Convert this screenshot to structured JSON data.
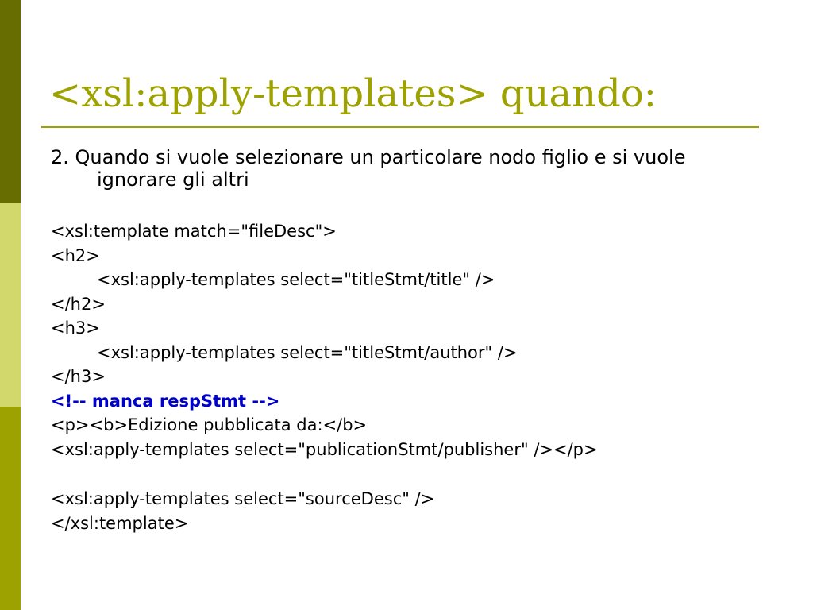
{
  "colors": {
    "sidebar_top": "#676d00",
    "sidebar_mid": "#d3d86d",
    "sidebar_bottom": "#9ea200",
    "title": "#9ea200",
    "rule": "#9ea200",
    "comment": "#0000cc",
    "text": "#000000"
  },
  "slide": {
    "title": "<xsl:apply-templates> quando:",
    "point": "2. Quando si vuole selezionare un particolare nodo figlio e si vuole ignorare gli altri",
    "code": {
      "l1": "<xsl:template match=\"fileDesc\">",
      "l2": "<h2>",
      "l3": "<xsl:apply-templates select=\"titleStmt/title\" />",
      "l4": "</h2>",
      "l5": "<h3>",
      "l6": "<xsl:apply-templates select=\"titleStmt/author\" />",
      "l7": "</h3>",
      "l8": "<!-- manca respStmt -->",
      "l9": "<p><b>Edizione pubblicata da:</b>",
      "l10": "<xsl:apply-templates select=\"publicationStmt/publisher\" /></p>",
      "l11": "<xsl:apply-templates select=\"sourceDesc\" />",
      "l12": "</xsl:template>"
    }
  }
}
